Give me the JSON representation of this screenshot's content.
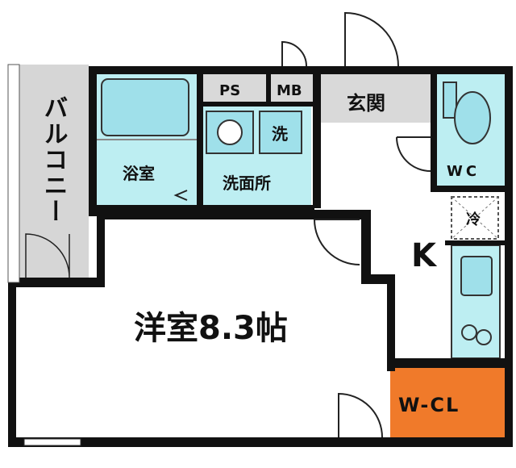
{
  "labels": {
    "balcony": "バルコニー",
    "bath": "浴室",
    "washroom": "洗面所",
    "washer": "洗",
    "ps": "PS",
    "mb": "MB",
    "entrance": "玄関",
    "wc": "WC",
    "fridge": "冷",
    "kitchen": "K",
    "western_room": "洋室8.3帖",
    "walk_in_closet": "W-CL"
  },
  "colors": {
    "wall": "#111111",
    "wet_area": "#bdeef2",
    "fixture": "#9fe0ea",
    "hall": "#d9d9d9",
    "balcony": "#d6d6d6",
    "closet": "#f07a2a",
    "floor": "#ffffff"
  }
}
